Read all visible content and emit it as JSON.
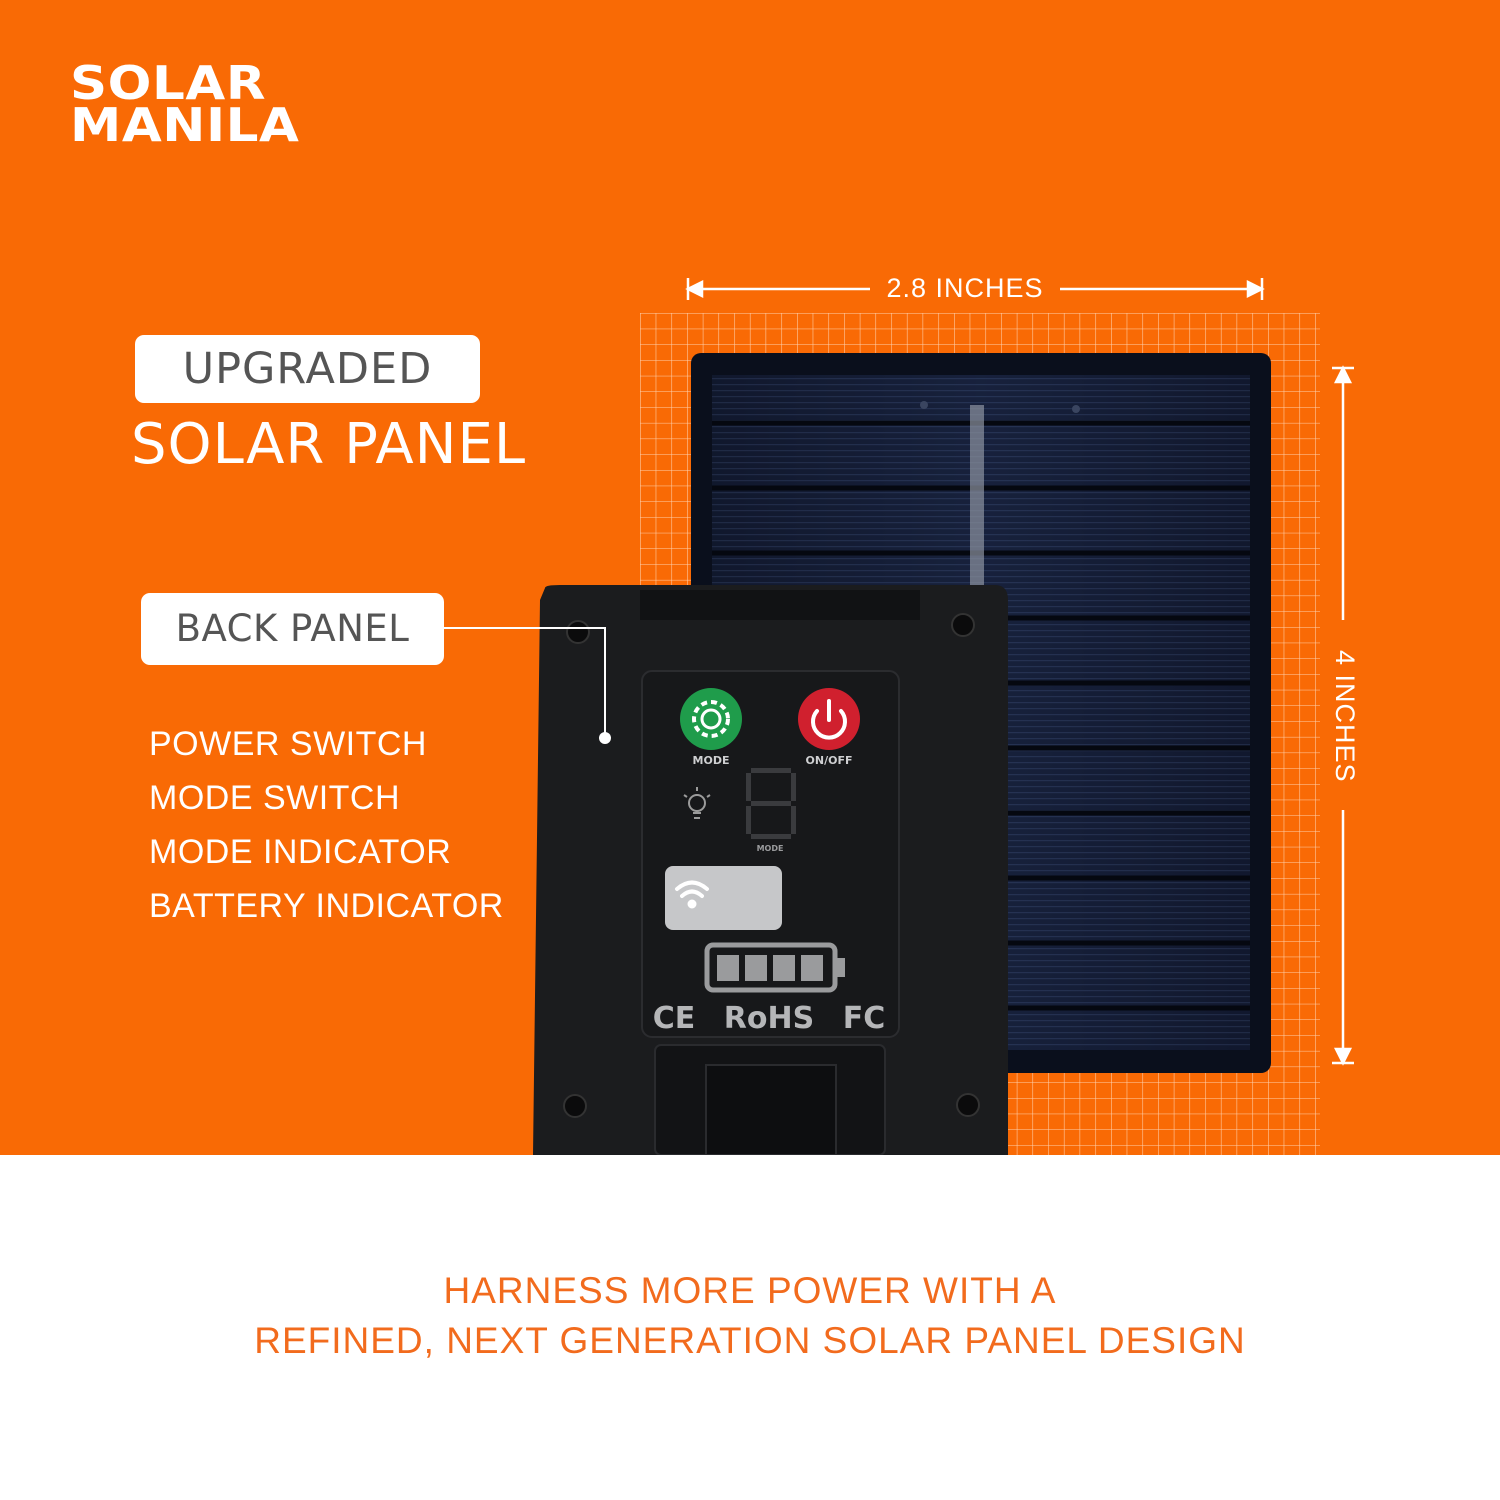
{
  "brand": {
    "line1": "SOLAR",
    "line2": "MANILA"
  },
  "headline": {
    "badge": "UPGRADED",
    "title": "SOLAR PANEL"
  },
  "back_panel": {
    "badge": "BACK PANEL",
    "features": [
      "POWER SWITCH",
      "MODE SWITCH",
      "MODE INDICATOR",
      "BATTERY INDICATOR"
    ]
  },
  "dimensions": {
    "width": "2.8 INCHES",
    "height": "4 INCHES"
  },
  "device_labels": {
    "mode_button": "MODE",
    "power_button": "ON/OFF",
    "display_label": "MODE",
    "cert_ce": "CE",
    "cert_rohs": "RoHS",
    "cert_fc": "FC"
  },
  "tagline": {
    "line1": "HARNESS MORE POWER WITH A",
    "line2": "REFINED, NEXT GENERATION SOLAR PANEL DESIGN"
  },
  "colors": {
    "orange": "#f96a05",
    "tagline": "#f26b1d",
    "mode_green": "#1f9c4b",
    "power_red": "#d0202e"
  }
}
